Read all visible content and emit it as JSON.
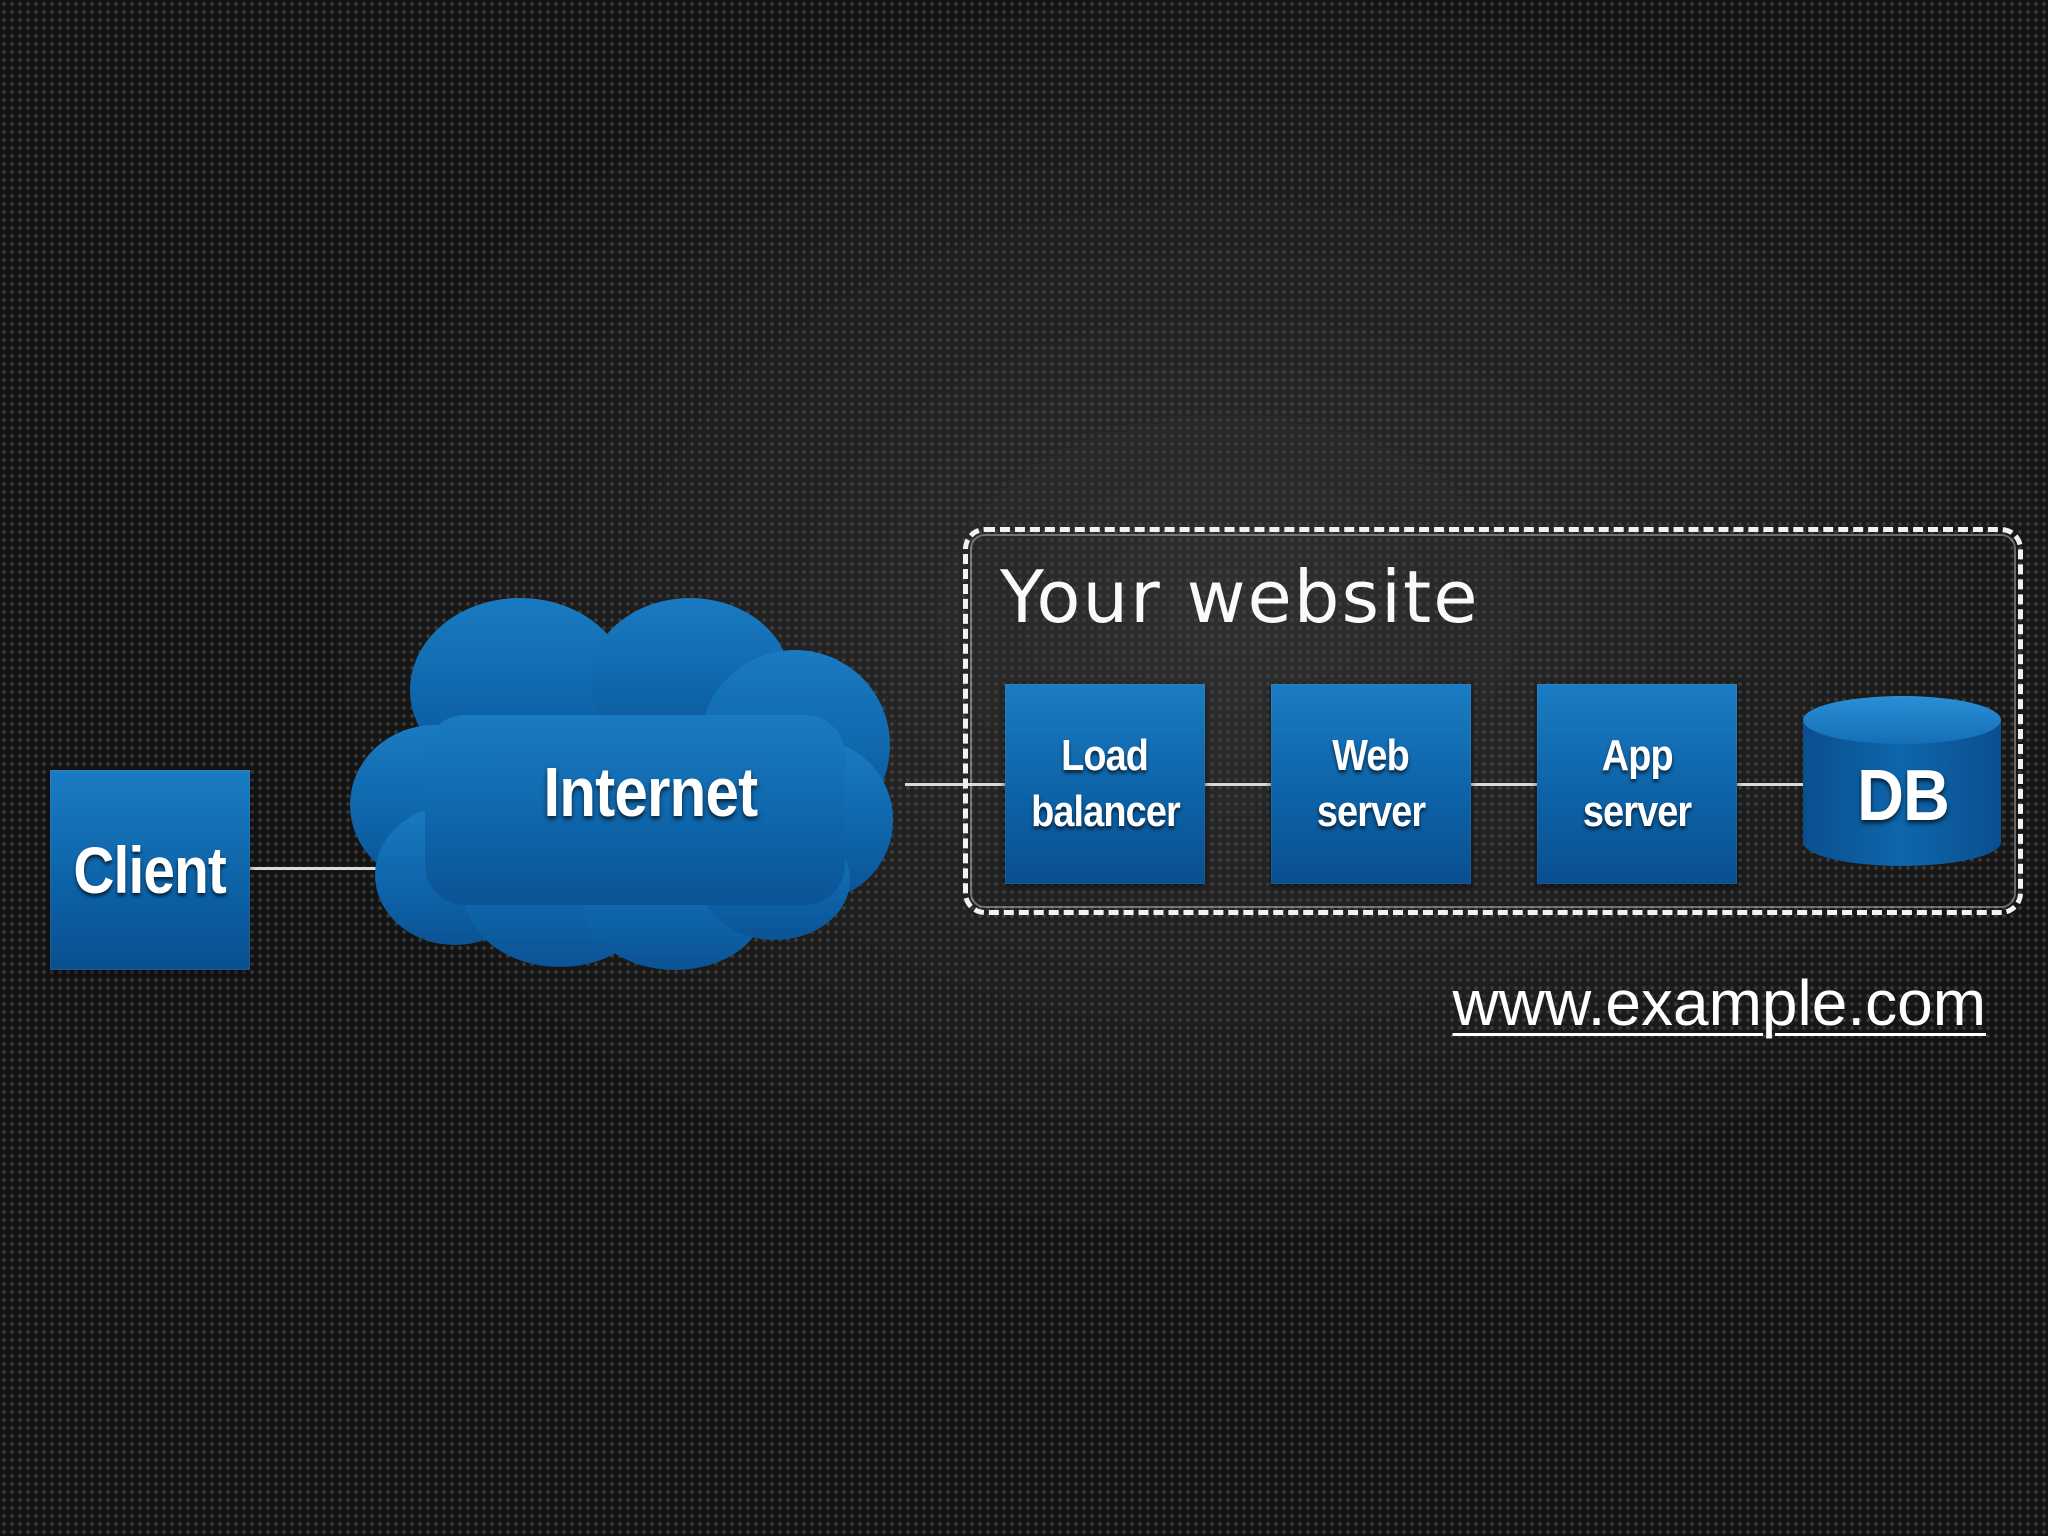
{
  "nodes": {
    "client": "Client",
    "internet": "Internet",
    "load_balancer": [
      "Load",
      "balancer"
    ],
    "web_server": [
      "Web",
      "server"
    ],
    "app_server": [
      "App",
      "server"
    ],
    "db": "DB"
  },
  "website_group": {
    "title": "Your website",
    "url": "www.example.com"
  },
  "colors": {
    "node_blue": "#0d63a8",
    "background": "#141414",
    "connector": "#d9d9d9",
    "text": "#ffffff"
  }
}
